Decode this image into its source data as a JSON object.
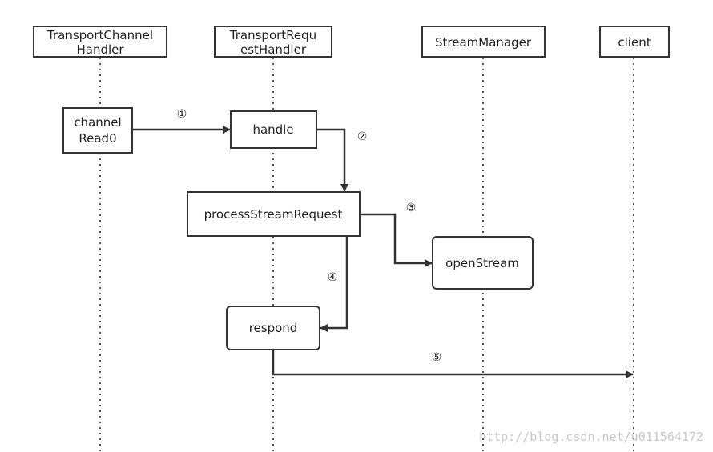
{
  "lifelines": [
    {
      "id": "tch",
      "line1": "TransportChannel",
      "line2": "Handler"
    },
    {
      "id": "trh",
      "line1": "TransportRequ",
      "line2": "estHandler"
    },
    {
      "id": "sm",
      "line1": "StreamManager",
      "line2": ""
    },
    {
      "id": "cl",
      "line1": "client",
      "line2": ""
    }
  ],
  "activations": {
    "channelRead0": {
      "line1": "channel",
      "line2": "Read0"
    },
    "handle": "handle",
    "processStreamRequest": "processStreamRequest",
    "openStream": "openStream",
    "respond": "respond"
  },
  "steps": [
    "①",
    "②",
    "③",
    "④",
    "⑤"
  ],
  "watermark": "http://blog.csdn.net/u011564172",
  "colors": {
    "stroke": "#333333",
    "lifeline": "#555555",
    "watermark": "#c8c8c8"
  }
}
